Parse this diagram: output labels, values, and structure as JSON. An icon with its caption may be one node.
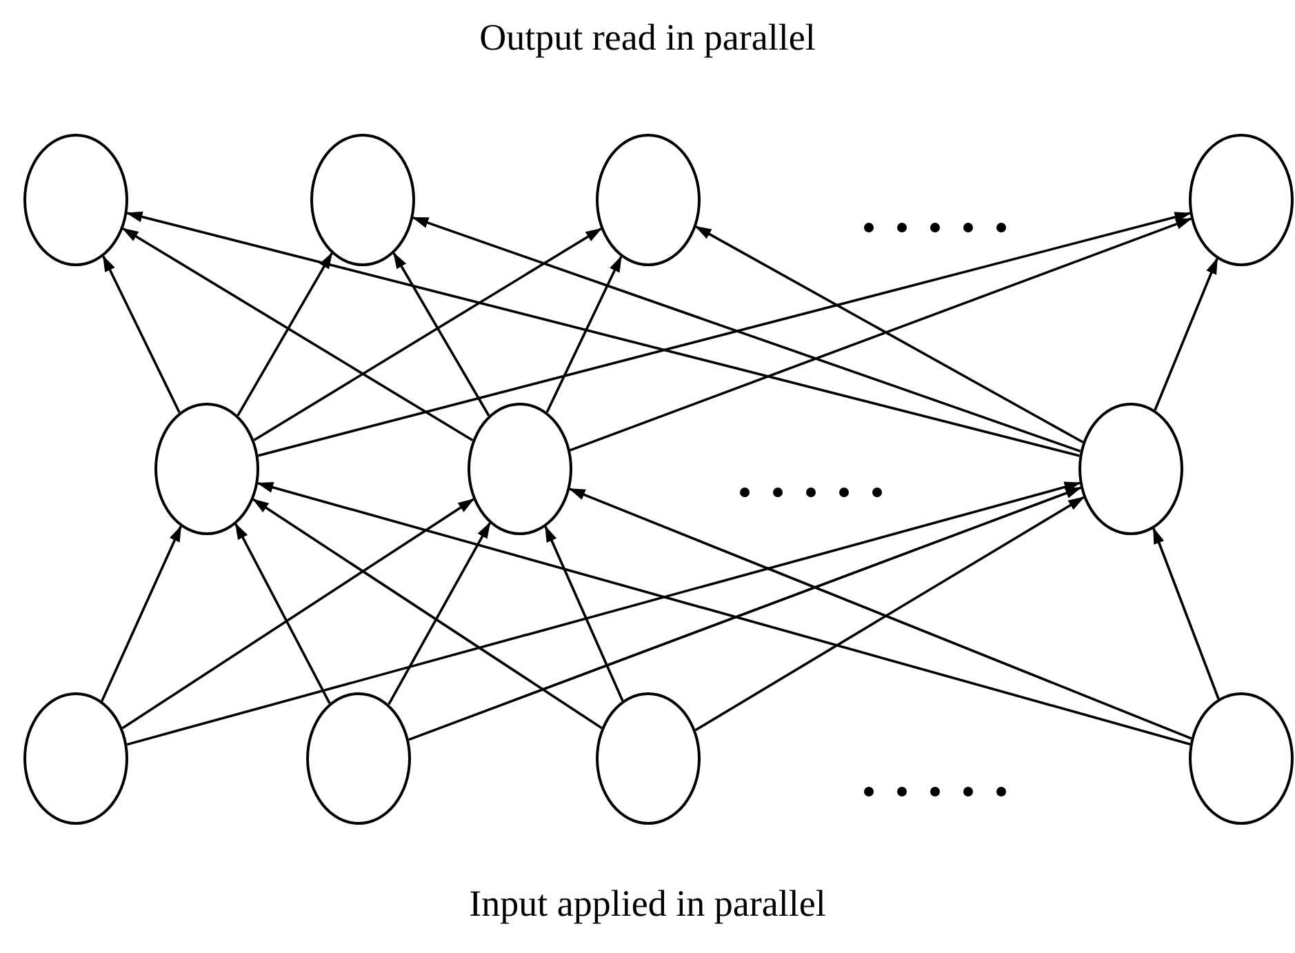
{
  "diagram": {
    "title": "Output read in parallel",
    "caption": "Input applied in parallel",
    "nodes": [
      {
        "text": [],
        "shape": "circle"
      },
      {
        "text": [],
        "shape": "circle"
      },
      {
        "text": [],
        "shape": "circle"
      },
      {
        "text": [],
        "shape": "circle"
      },
      {
        "text": [],
        "shape": "circle"
      },
      {
        "text": [],
        "shape": "circle"
      },
      {
        "text": [],
        "shape": "circle"
      },
      {
        "text": [],
        "shape": "circle"
      },
      {
        "text": [],
        "shape": "circle"
      },
      {
        "text": [],
        "shape": "circle"
      },
      {
        "text": [],
        "shape": "circle"
      }
    ],
    "edges": [
      {
        "from": 7,
        "to": 4,
        "arrow": "to"
      },
      {
        "from": 7,
        "to": 5,
        "arrow": "to"
      },
      {
        "from": 7,
        "to": 6,
        "arrow": "to"
      },
      {
        "from": 8,
        "to": 4,
        "arrow": "to"
      },
      {
        "from": 8,
        "to": 5,
        "arrow": "to"
      },
      {
        "from": 8,
        "to": 6,
        "arrow": "to"
      },
      {
        "from": 9,
        "to": 4,
        "arrow": "to"
      },
      {
        "from": 9,
        "to": 5,
        "arrow": "to"
      },
      {
        "from": 9,
        "to": 6,
        "arrow": "to"
      },
      {
        "from": 10,
        "to": 4,
        "arrow": "to"
      },
      {
        "from": 10,
        "to": 5,
        "arrow": "to"
      },
      {
        "from": 10,
        "to": 6,
        "arrow": "to"
      },
      {
        "from": 4,
        "to": 0,
        "arrow": "to"
      },
      {
        "from": 4,
        "to": 1,
        "arrow": "to"
      },
      {
        "from": 4,
        "to": 2,
        "arrow": "to"
      },
      {
        "from": 4,
        "to": 3,
        "arrow": "to"
      },
      {
        "from": 5,
        "to": 0,
        "arrow": "to"
      },
      {
        "from": 5,
        "to": 1,
        "arrow": "to"
      },
      {
        "from": 5,
        "to": 2,
        "arrow": "to"
      },
      {
        "from": 5,
        "to": 3,
        "arrow": "to"
      },
      {
        "from": 6,
        "to": 0,
        "arrow": "to"
      },
      {
        "from": 6,
        "to": 1,
        "arrow": "to"
      },
      {
        "from": 6,
        "to": 2,
        "arrow": "to"
      },
      {
        "from": 6,
        "to": 3,
        "arrow": "to"
      }
    ]
  }
}
